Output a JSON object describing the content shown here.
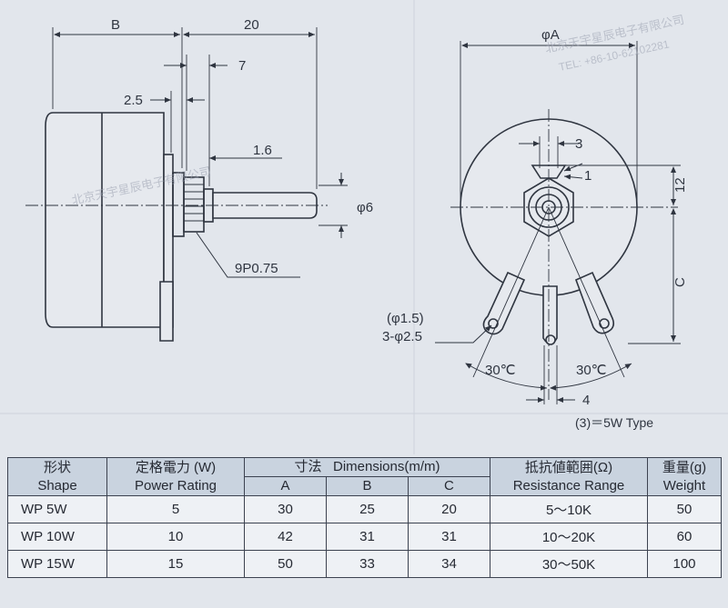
{
  "side_view": {
    "dim_B": "B",
    "dim_20": "20",
    "dim_7": "7",
    "dim_2_5": "2.5",
    "dim_1_6": "1.6",
    "dim_phi6": "φ6",
    "thread": "9P0.75"
  },
  "front_view": {
    "dim_phiA": "φA",
    "dim_3": "3",
    "dim_1": "1",
    "dim_12": "12",
    "dim_C": "C",
    "hole_1": "(φ1.5)",
    "hole_2": "3-φ2.5",
    "angle_left": "30℃",
    "angle_right": "30℃",
    "dim_4": "4"
  },
  "type_note": "(3)＝5W Type",
  "watermark": {
    "text_cn": "北京天宇星辰电子有限公司",
    "text_tel": "TEL: +86-10-62102281"
  },
  "table": {
    "headers": {
      "shape_cn": "形状",
      "shape_en": "Shape",
      "power_cn": "定格電力 (W)",
      "power_en": "Power Rating",
      "dims_cn": "寸法",
      "dims_en": "Dimensions(m/m)",
      "dim_a": "A",
      "dim_b": "B",
      "dim_c": "C",
      "res_cn": "抵抗値範囲(Ω)",
      "res_en": "Resistance Range",
      "weight_cn": "重量(g)",
      "weight_en": "Weight"
    },
    "rows": [
      {
        "shape": "WP  5W",
        "power": "5",
        "a": "30",
        "b": "25",
        "c": "20",
        "range": "5～10K",
        "weight": "50"
      },
      {
        "shape": "WP  10W",
        "power": "10",
        "a": "42",
        "b": "31",
        "c": "31",
        "range": "10～20K",
        "weight": "60"
      },
      {
        "shape": "WP  15W",
        "power": "15",
        "a": "50",
        "b": "33",
        "c": "34",
        "range": "30～50K",
        "weight": "100"
      }
    ]
  }
}
